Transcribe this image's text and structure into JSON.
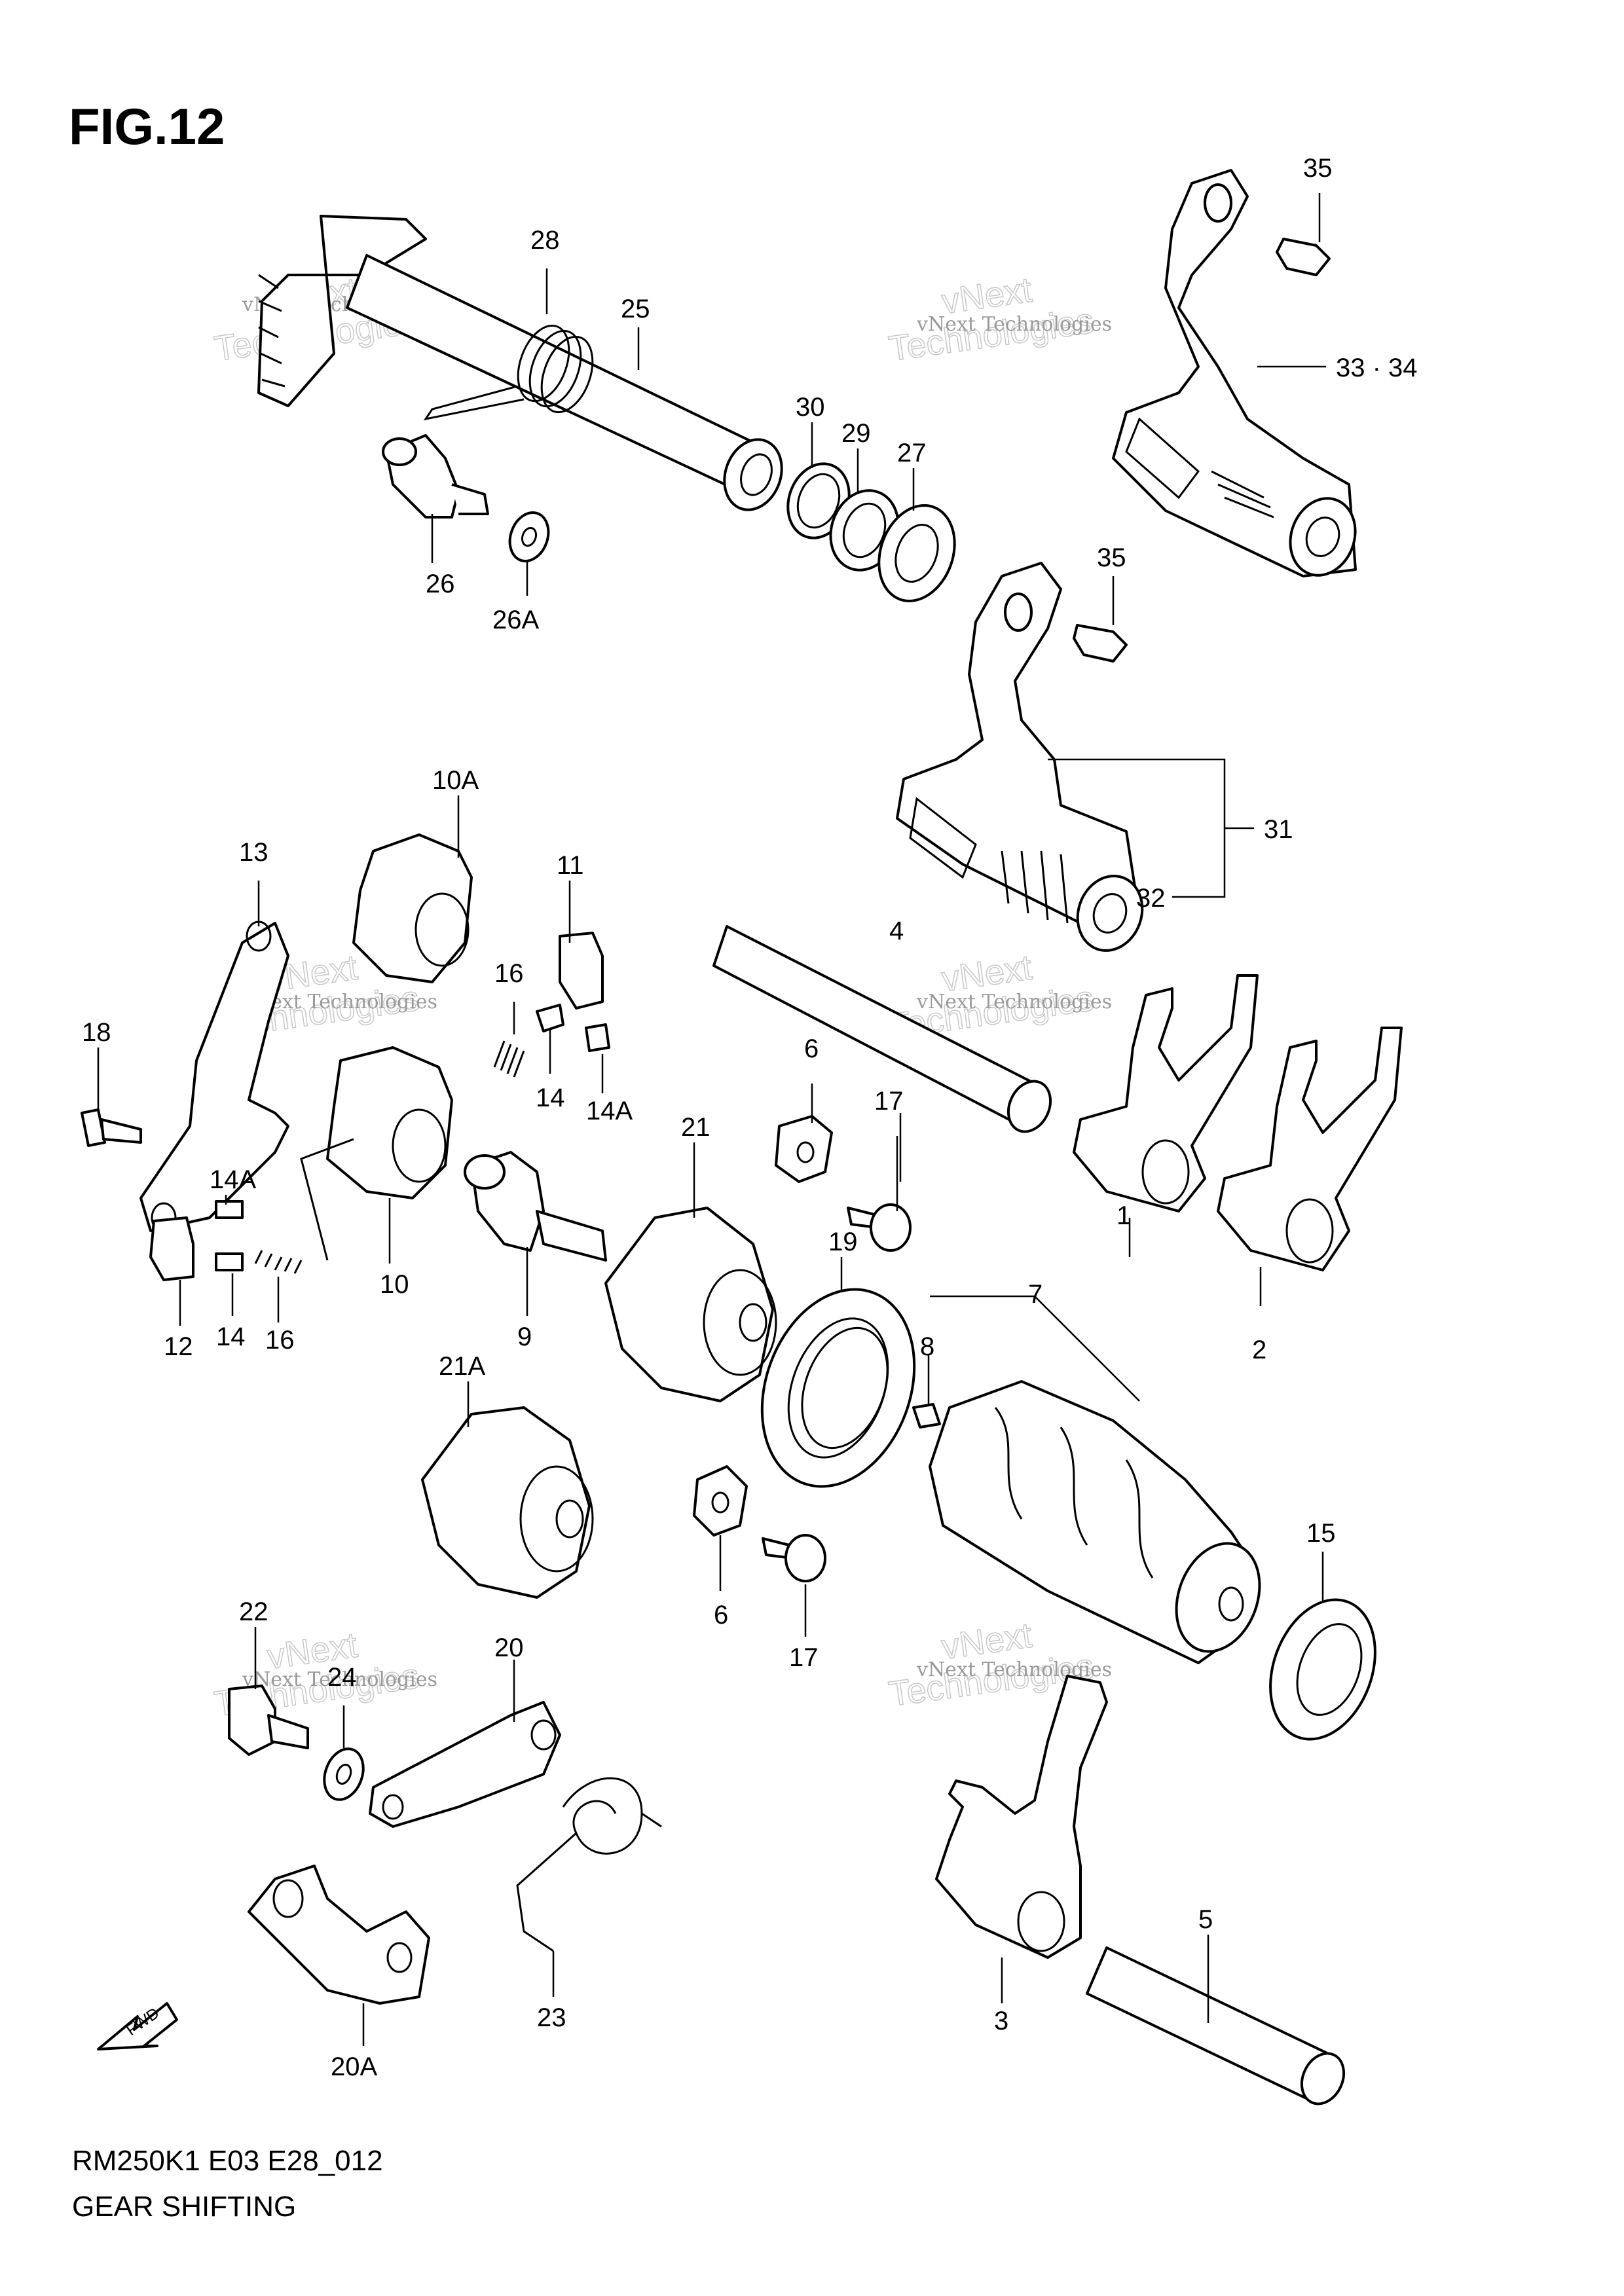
{
  "figure": {
    "title": "FIG.12",
    "model_code": "RM250K1 E03 E28_012",
    "caption": "GEAR SHIFTING",
    "fwd_label": "FWD"
  },
  "watermark": {
    "line1": "vNext Technologies",
    "line2": "vNext",
    "line3": "Technologies"
  },
  "labels": {
    "p1": "1",
    "p2": "2",
    "p3": "3",
    "p4": "4",
    "p5": "5",
    "p6a": "6",
    "p6b": "6",
    "p7": "7",
    "p8": "8",
    "p9": "9",
    "p10": "10",
    "p10A": "10A",
    "p11": "11",
    "p12": "12",
    "p13": "13",
    "p14a": "14",
    "p14b": "14",
    "p14Aa": "14A",
    "p14Ab": "14A",
    "p15": "15",
    "p16a": "16",
    "p16b": "16",
    "p17a": "17",
    "p17b": "17",
    "p18": "18",
    "p19": "19",
    "p20": "20",
    "p20A": "20A",
    "p21": "21",
    "p21A": "21A",
    "p22": "22",
    "p23": "23",
    "p24": "24",
    "p25": "25",
    "p26": "26",
    "p26A": "26A",
    "p27": "27",
    "p28": "28",
    "p29": "29",
    "p30": "30",
    "p31": "31",
    "p32": "32",
    "p3334": "33 · 34",
    "p35a": "35",
    "p35b": "35"
  }
}
